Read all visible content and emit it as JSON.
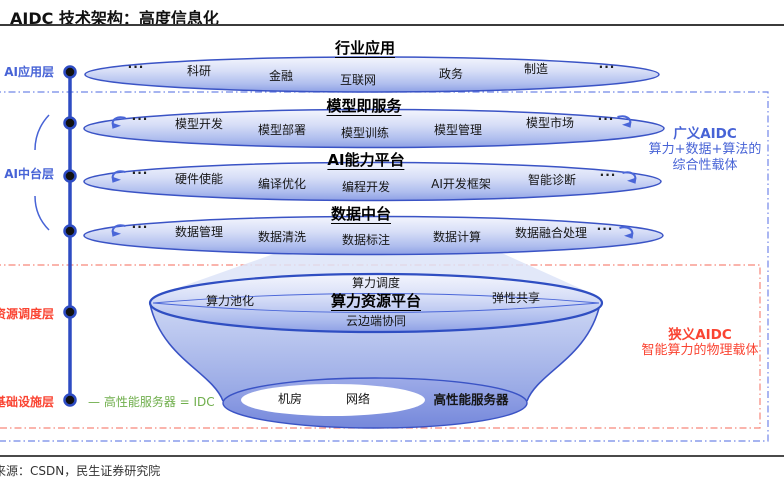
{
  "header": {
    "title": "AIDC 技术架构：高度信息化"
  },
  "footer": {
    "source": "来源：CSDN，民生证券研究院"
  },
  "rail": {
    "items": [
      {
        "label": "AI应用层"
      },
      {
        "label": "AI中台层"
      },
      {
        "label": "资源调度层"
      },
      {
        "label": "基础设施层"
      }
    ]
  },
  "layers": [
    {
      "title": "行业应用",
      "items": [
        "···",
        "科研",
        "金融",
        "互联网",
        "政务",
        "制造",
        "···"
      ]
    },
    {
      "title": "模型即服务",
      "items": [
        "···",
        "模型开发",
        "模型部署",
        "模型训练",
        "模型管理",
        "模型市场",
        "···"
      ]
    },
    {
      "title": "AI能力平台",
      "items": [
        "···",
        "硬件使能",
        "编译优化",
        "编程开发",
        "AI开发框架",
        "智能诊断",
        "···"
      ]
    },
    {
      "title": "数据中台",
      "items": [
        "···",
        "数据管理",
        "数据清洗",
        "数据标注",
        "数据计算",
        "数据融合处理",
        "···"
      ]
    }
  ],
  "platform": {
    "title": "算力资源平台",
    "top": "算力调度",
    "left": "算力池化",
    "right": "弹性共享",
    "bottom": "云边端协同"
  },
  "base": {
    "room": "机房",
    "network": "网络",
    "server": "高性能服务器",
    "legend": "— 高性能服务器 = IDC"
  },
  "annotations": {
    "broad": {
      "title": "广义AIDC",
      "line1": "算力+数据+算法的",
      "line2": "综合性载体"
    },
    "narrow": {
      "title": "狭义AIDC",
      "line1": "智能算力的物理载体"
    }
  },
  "colors": {
    "accent_blue": "#4763d6",
    "accent_red": "#fa4432",
    "accent_green": "#6fae4b",
    "ellipse_stroke": "#3a53c5"
  }
}
